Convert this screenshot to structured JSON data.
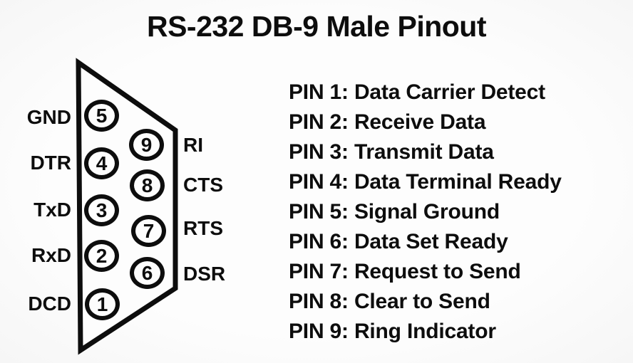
{
  "title": "RS-232 DB-9 Male Pinout",
  "connector": {
    "left_pins": [
      {
        "number": "5",
        "signal": "GND"
      },
      {
        "number": "4",
        "signal": "DTR"
      },
      {
        "number": "3",
        "signal": "TxD"
      },
      {
        "number": "2",
        "signal": "RxD"
      },
      {
        "number": "1",
        "signal": "DCD"
      }
    ],
    "right_pins": [
      {
        "number": "9",
        "signal": "RI"
      },
      {
        "number": "8",
        "signal": "CTS"
      },
      {
        "number": "7",
        "signal": "RTS"
      },
      {
        "number": "6",
        "signal": "DSR"
      }
    ]
  },
  "pin_descriptions": [
    {
      "text": "PIN 1: Data Carrier Detect"
    },
    {
      "text": "PIN 2: Receive Data"
    },
    {
      "text": "PIN 3: Transmit Data"
    },
    {
      "text": "PIN 4: Data Terminal Ready"
    },
    {
      "text": "PIN 5: Signal Ground"
    },
    {
      "text": "PIN 6: Data Set Ready"
    },
    {
      "text": "PIN 7: Request to Send"
    },
    {
      "text": "PIN 8: Clear to Send"
    },
    {
      "text": "PIN 9: Ring Indicator"
    }
  ],
  "colors": {
    "ink": "#0d0d0d",
    "background": "#fbfbfb",
    "connector_fill": "#fdfdfd"
  }
}
